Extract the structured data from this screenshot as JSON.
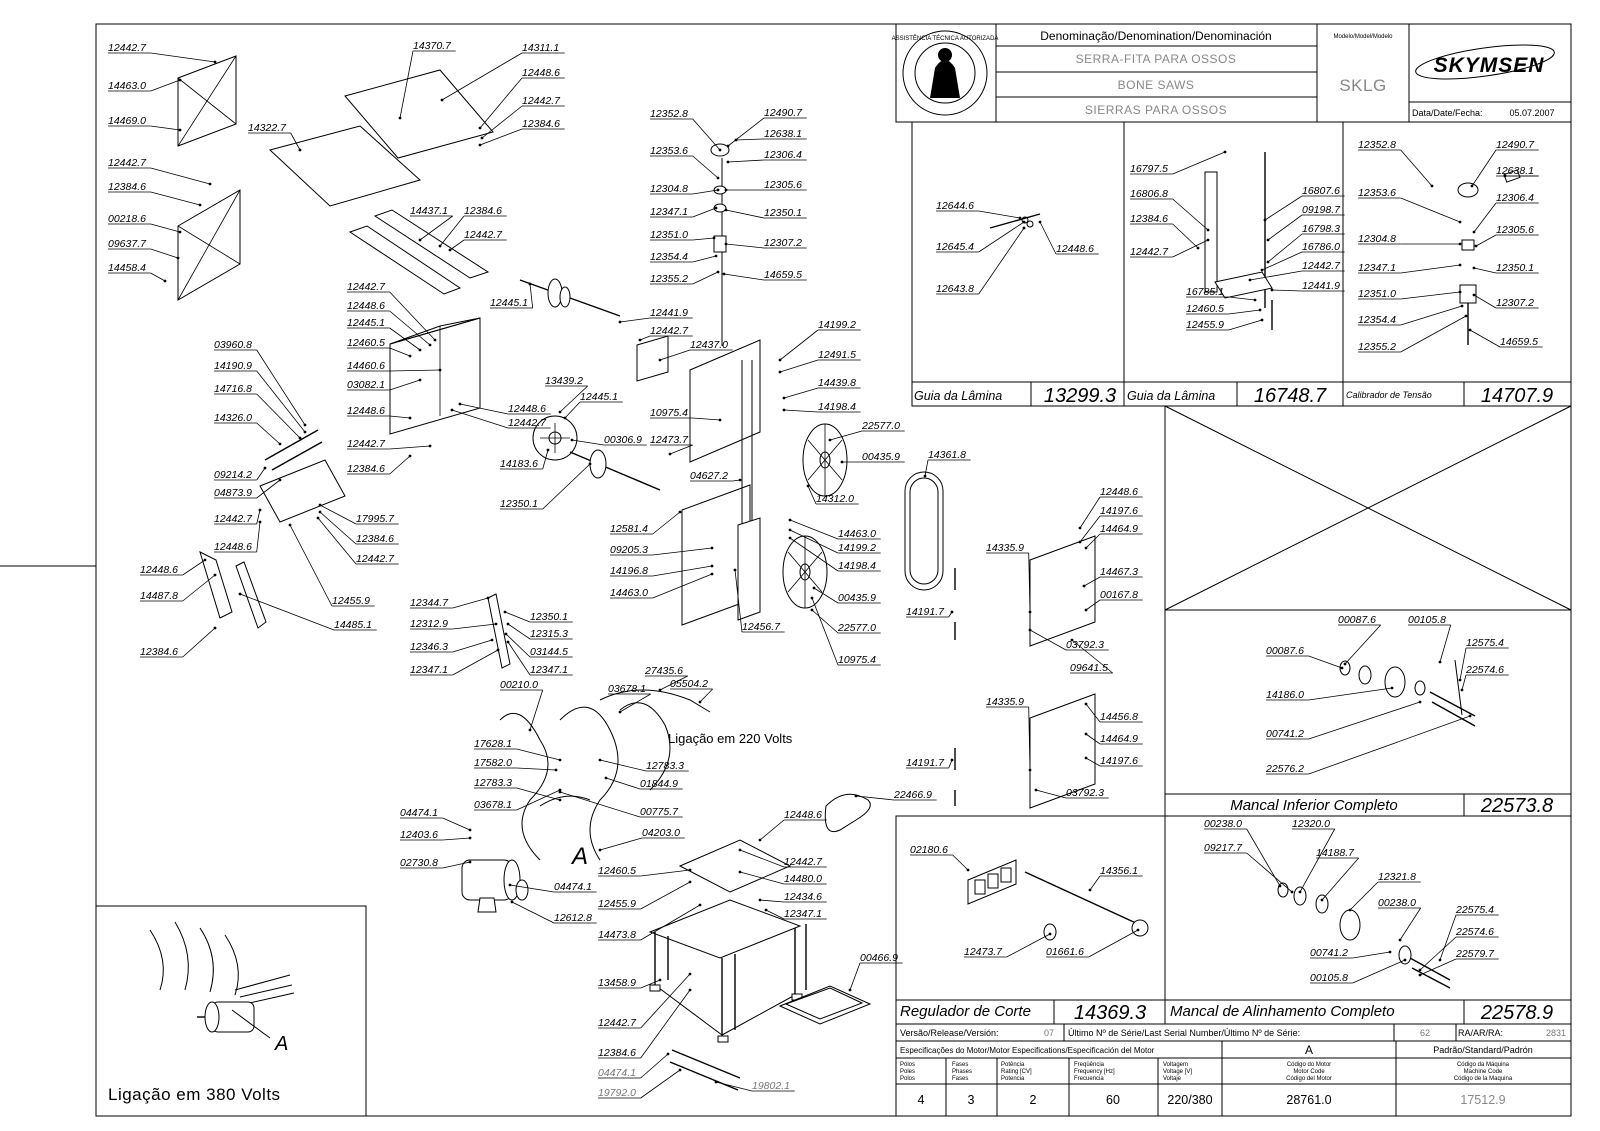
{
  "title_block": {
    "denomination_header": "Denominação/Denomination/Denominación",
    "model_header": "Modelo/Model/Modelo",
    "names": [
      "SERRA-FITA PARA OSSOS",
      "BONE SAWS",
      "SIERRAS PARA OSSOS"
    ],
    "model": "SKLG",
    "brand": "SKYMSEN",
    "date_label": "Data/Date/Fecha:",
    "date": "05.07.2007",
    "seal_text": "ASSISTÊNCIA TÉCNICA AUTORIZADA"
  },
  "subassemblies": [
    {
      "caption": "Guia da Lâmina",
      "code": "13299.3"
    },
    {
      "caption": "Guia da Lâmina",
      "code": "16748.7"
    },
    {
      "caption": "Calibrador de Tensão",
      "code": "14707.9"
    },
    {
      "caption": "Mancal Inferior Completo",
      "code": "22573.8"
    },
    {
      "caption": "Regulador de Corte",
      "code": "14369.3"
    },
    {
      "caption": "Mancal de Alinhamento Completo",
      "code": "22578.9"
    }
  ],
  "version_row": {
    "version_label": "Versão/Release/Versión:",
    "version": "07",
    "serial_label": "Último Nº de Série/Last Serial Number/Último Nº de Série:",
    "serial": "62",
    "ra_label": "RA/AR/RA:",
    "ra": "2831"
  },
  "motor_spec": {
    "title": "Especificações do Motor/Motor Especifications/Especificación del Motor",
    "variant": "A",
    "standard_label": "Padrão/Standard/Padrón",
    "headers": [
      [
        "Pólos",
        "Poles",
        "Polos"
      ],
      [
        "Fases",
        "Phases",
        "Fases"
      ],
      [
        "Potência",
        "Rating [CV]",
        "Potencia"
      ],
      [
        "Freqüência",
        "Frequency [Hz]",
        "Frecuencia"
      ],
      [
        "Voltagem",
        "Voltage [V]",
        "Voltaje"
      ],
      [
        "Código do Motor",
        "Motor Code",
        "Código del Motor"
      ],
      [
        "Código da Máquina",
        "Machine Code",
        "Código de la Maquina"
      ]
    ],
    "values": [
      "4",
      "3",
      "2",
      "60",
      "220/380",
      "28761.0",
      "17512.9"
    ]
  },
  "notes": {
    "wiring_220": "Ligação em 220 Volts",
    "wiring_380": "Ligação em 380 Volts",
    "detail_letter": "A"
  },
  "part_labels": [
    "12442.7",
    "14463.0",
    "14469.0",
    "12442.7",
    "12384.6",
    "00218.6",
    "09637.7",
    "14458.4",
    "14370.7",
    "14311.1",
    "12448.6",
    "12442.7",
    "12384.6",
    "14322.7",
    "14437.1",
    "12384.6",
    "12442.7",
    "12442.7",
    "12448.6",
    "12445.1",
    "12460.5",
    "14460.6",
    "03082.1",
    "12448.6",
    "12442.7",
    "12384.6",
    "12448.6",
    "12442.7",
    "03960.8",
    "14190.9",
    "14716.8",
    "14326.0",
    "09214.2",
    "04873.9",
    "12442.7",
    "12448.6",
    "17995.7",
    "12384.6",
    "12442.7",
    "12455.9",
    "12448.6",
    "14487.8",
    "12384.6",
    "14485.1",
    "12445.1",
    "13439.2",
    "12445.1",
    "14183.6",
    "00306.9",
    "12350.1",
    "12352.8",
    "12490.7",
    "12638.1",
    "12306.4",
    "12353.6",
    "12304.8",
    "12305.6",
    "12347.1",
    "12350.1",
    "12351.0",
    "12307.2",
    "12354.4",
    "12355.2",
    "14659.5",
    "12441.9",
    "12442.7",
    "12437.0",
    "10975.4",
    "12473.7",
    "04627.2",
    "12581.4",
    "09205.3",
    "14196.8",
    "14463.0",
    "12456.7",
    "14199.2",
    "12491.5",
    "14439.8",
    "14198.4",
    "22577.0",
    "00435.9",
    "14312.0",
    "14463.0",
    "14199.2",
    "14198.4",
    "00435.9",
    "22577.0",
    "10975.4",
    "14361.8",
    "14191.7",
    "14191.7",
    "22466.9",
    "12448.6",
    "14197.6",
    "14464.9",
    "14335.9",
    "14467.3",
    "00167.8",
    "03792.3",
    "09641.5",
    "14335.9",
    "14456.8",
    "14464.9",
    "14197.6",
    "03792.3",
    "12344.7",
    "12312.9",
    "12346.3",
    "12347.1",
    "12350.1",
    "12315.3",
    "03144.5",
    "12347.1",
    "00210.0",
    "03678.1",
    "27435.6",
    "05504.2",
    "17628.1",
    "17582.0",
    "12783.3",
    "03678.1",
    "12783.3",
    "01844.9",
    "00775.7",
    "04474.1",
    "12403.6",
    "02730.8",
    "04203.0",
    "04474.1",
    "12612.8",
    "12448.6",
    "12442.7",
    "12460.5",
    "14480.0",
    "12455.9",
    "12434.6",
    "12347.1",
    "14473.8",
    "00466.9",
    "13458.9",
    "12442.7",
    "12384.6",
    "12644.6",
    "12645.4",
    "12643.8",
    "12448.6",
    "16797.5",
    "16806.8",
    "12384.6",
    "12442.7",
    "16807.6",
    "09198.7",
    "16798.3",
    "16786.0",
    "12442.7",
    "12441.9",
    "16785.1",
    "12460.5",
    "12455.9",
    "12352.8",
    "12490.7",
    "12638.1",
    "12353.6",
    "12306.4",
    "12304.8",
    "12305.6",
    "12347.1",
    "12350.1",
    "12351.0",
    "12307.2",
    "12354.4",
    "12355.2",
    "14659.5",
    "00087.6",
    "00105.8",
    "00087.6",
    "12575.4",
    "22574.6",
    "14186.0",
    "00741.2",
    "22576.2",
    "02180.6",
    "14356.1",
    "12473.7",
    "01661.6",
    "00238.0",
    "12320.0",
    "09217.7",
    "14188.7",
    "12321.8",
    "00238.0",
    "22575.4",
    "22574.6",
    "00741.2",
    "22579.7",
    "00105.8"
  ],
  "grey_labels": [
    "04474.1",
    "19792.0",
    "19802.1"
  ]
}
